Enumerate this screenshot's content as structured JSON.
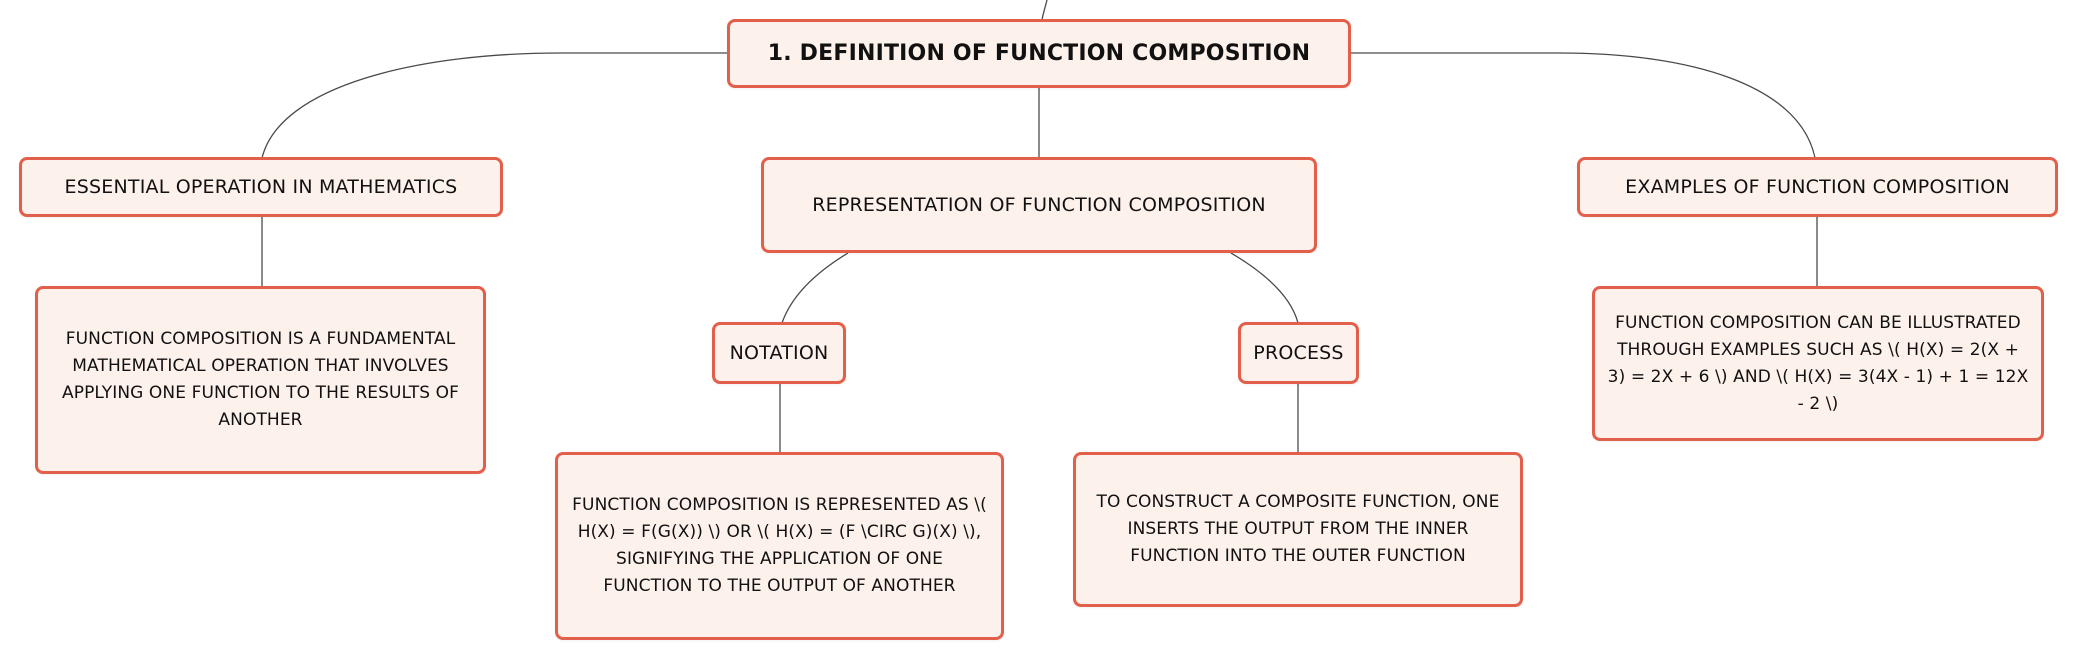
{
  "colors": {
    "node_fill": "#fdf1ec",
    "node_border": "#e2604b",
    "connector": "#4a4a4a",
    "text": "#111111"
  },
  "root": {
    "label": "1. DEFINITION OF FUNCTION COMPOSITION"
  },
  "branches": {
    "essential": {
      "label": "ESSENTIAL OPERATION IN MATHEMATICS",
      "detail": "FUNCTION COMPOSITION IS A FUNDAMENTAL MATHEMATICAL OPERATION THAT INVOLVES APPLYING ONE FUNCTION TO THE RESULTS OF ANOTHER"
    },
    "representation": {
      "label": "REPRESENTATION OF FUNCTION COMPOSITION",
      "notation": {
        "label": "NOTATION",
        "detail": "FUNCTION COMPOSITION IS REPRESENTED AS \\( H(X) = F(G(X)) \\) OR \\( H(X) = (F \\CIRC G)(X) \\), SIGNIFYING THE APPLICATION OF ONE FUNCTION TO THE OUTPUT OF ANOTHER"
      },
      "process": {
        "label": "PROCESS",
        "detail": "TO CONSTRUCT A COMPOSITE FUNCTION, ONE INSERTS THE OUTPUT FROM THE INNER FUNCTION INTO THE OUTER FUNCTION"
      }
    },
    "examples": {
      "label": "EXAMPLES OF FUNCTION COMPOSITION",
      "detail": "FUNCTION COMPOSITION CAN BE ILLUSTRATED THROUGH EXAMPLES SUCH AS \\( H(X) = 2(X + 3) = 2X + 6 \\) AND \\( H(X) = 3(4X - 1) + 1 = 12X - 2 \\)"
    }
  }
}
